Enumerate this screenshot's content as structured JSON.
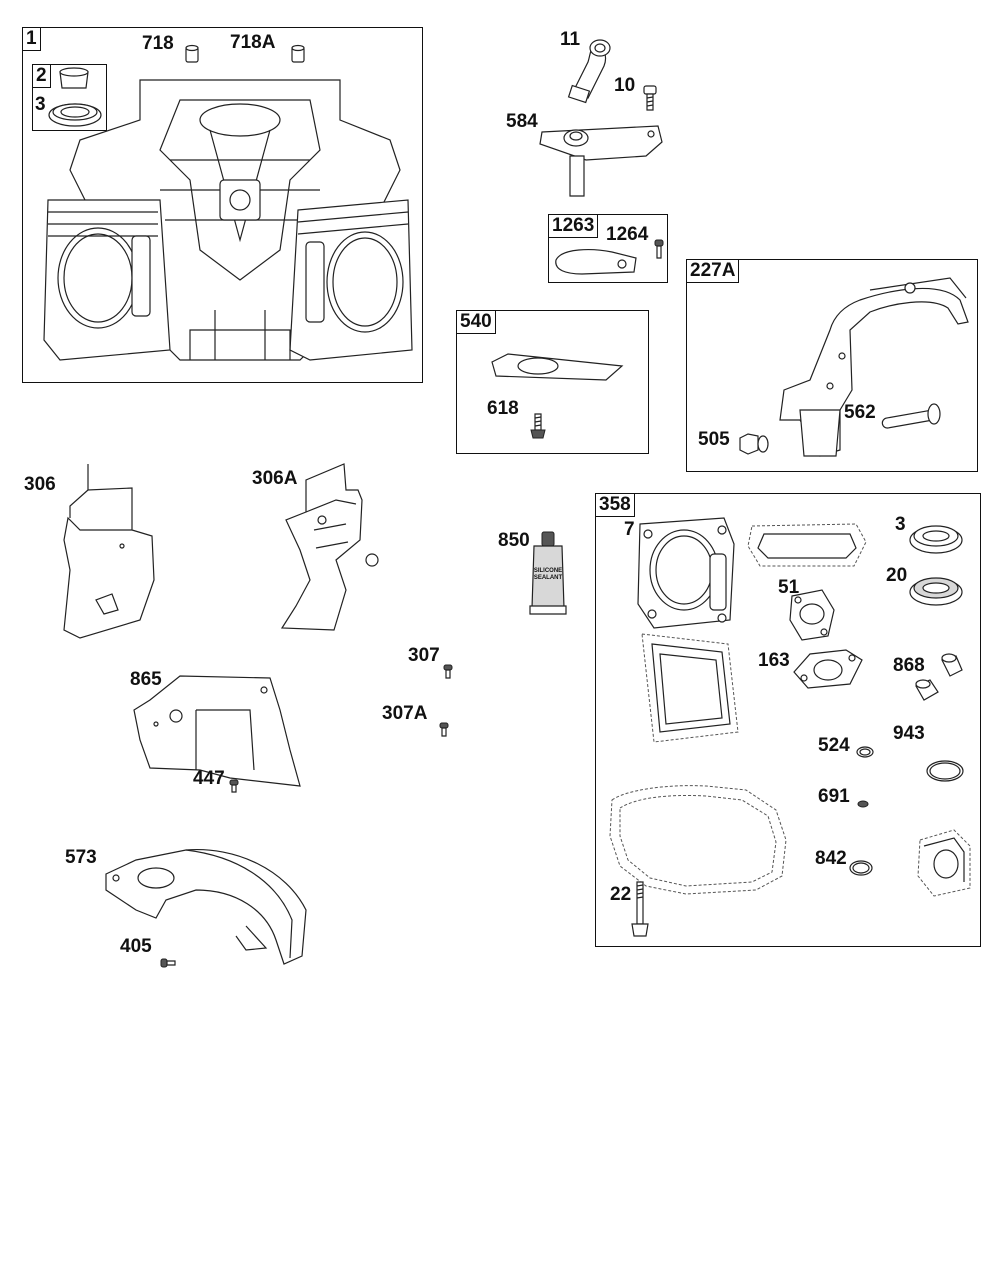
{
  "group_tags": {
    "g1": "1",
    "g2": "2",
    "g540": "540",
    "g1263": "1263",
    "g227a": "227A",
    "g358": "358"
  },
  "labels": {
    "p718": "718",
    "p718a": "718A",
    "p3_top": "3",
    "p11": "11",
    "p10": "10",
    "p584": "584",
    "p1264": "1264",
    "p618": "618",
    "p505": "505",
    "p562": "562",
    "p306": "306",
    "p306a": "306A",
    "p850": "850",
    "p307": "307",
    "p307a": "307A",
    "p865": "865",
    "p447": "447",
    "p573": "573",
    "p405": "405",
    "p7": "7",
    "p3_kit": "3",
    "p20": "20",
    "p51": "51",
    "p163": "163",
    "p868": "868",
    "p943": "943",
    "p524": "524",
    "p691": "691",
    "p842": "842",
    "p22": "22"
  },
  "sealant_tube_text": "SILICONE SEALANT"
}
